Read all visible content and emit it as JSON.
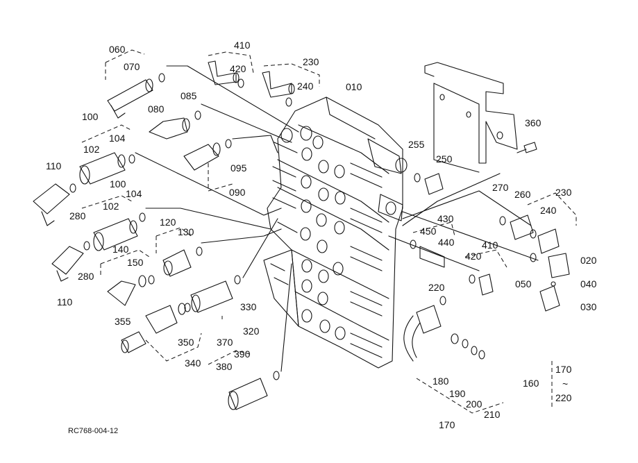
{
  "figure_ref": "RC768-004-12",
  "labels": [
    "010",
    "020",
    "030",
    "040",
    "050",
    "060",
    "070",
    "080",
    "085",
    "090",
    "095",
    "100",
    "102",
    "104",
    "110",
    "120",
    "130",
    "140",
    "150",
    "160",
    "170",
    "180",
    "190",
    "200",
    "210",
    "220",
    "230",
    "240",
    "250",
    "255",
    "260",
    "270",
    "280",
    "320",
    "330",
    "340",
    "350",
    "355",
    "360",
    "370",
    "380",
    "390",
    "410",
    "420",
    "430",
    "440",
    "450",
    "~"
  ]
}
